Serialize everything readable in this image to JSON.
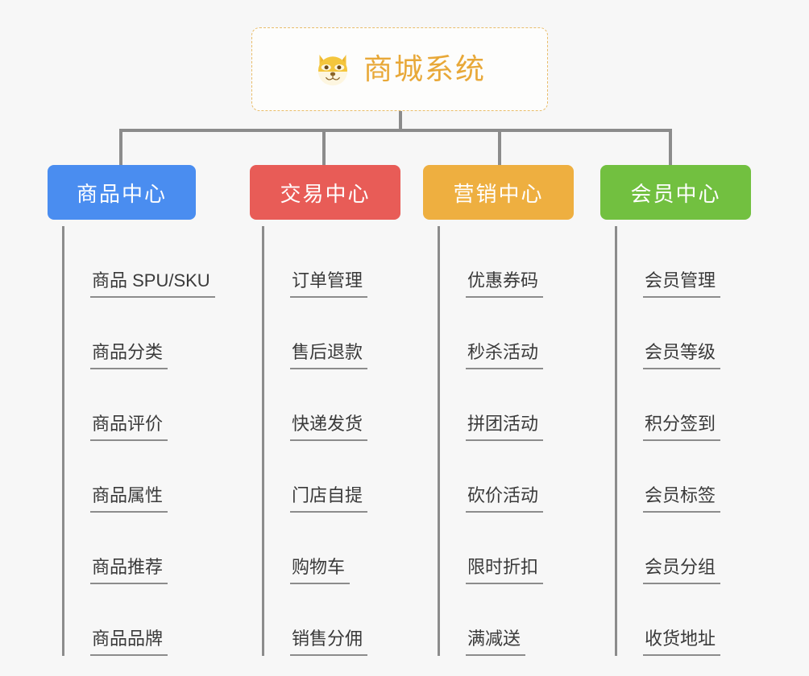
{
  "canvas": {
    "background": "#f7f7f7"
  },
  "root": {
    "title": "商城系统",
    "icon": "shiba-dog-icon",
    "text_color": "#e8a838",
    "border_color": "#e9bd6a",
    "background": "#fdfdfc"
  },
  "connector_color": "#8c8c8c",
  "columns": [
    {
      "id": "product-center",
      "label": "商品中心",
      "color": "#4a8df0",
      "items": [
        "商品 SPU/SKU",
        "商品分类",
        "商品评价",
        "商品属性",
        "商品推荐",
        "商品品牌"
      ]
    },
    {
      "id": "trade-center",
      "label": "交易中心",
      "color": "#e85c57",
      "items": [
        "订单管理",
        "售后退款",
        "快递发货",
        "门店自提",
        "购物车",
        "销售分佣"
      ]
    },
    {
      "id": "marketing-center",
      "label": "营销中心",
      "color": "#eeaf40",
      "items": [
        "优惠券码",
        "秒杀活动",
        "拼团活动",
        "砍价活动",
        "限时折扣",
        "满减送"
      ]
    },
    {
      "id": "member-center",
      "label": "会员中心",
      "color": "#72c040",
      "items": [
        "会员管理",
        "会员等级",
        "积分签到",
        "会员标签",
        "会员分组",
        "收货地址"
      ]
    }
  ]
}
